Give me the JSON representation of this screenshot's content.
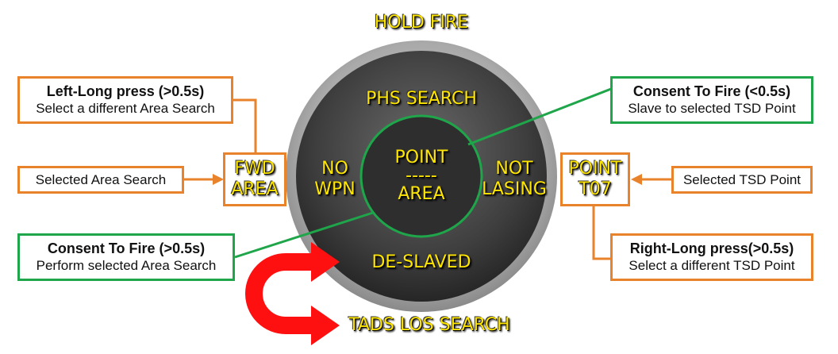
{
  "top_label": "HOLD FIRE",
  "bottom_label": "TADS LOS SEARCH",
  "ring": {
    "top": "PHS SEARCH",
    "left_line1": "NO",
    "left_line2": "WPN",
    "right_line1": "NOT",
    "right_line2": "LASING",
    "bottom": "DE-SLAVED",
    "center_line1": "POINT",
    "center_line2": "-----",
    "center_line3": "AREA"
  },
  "left_mode": {
    "line1": "FWD",
    "line2": "AREA"
  },
  "right_mode": {
    "line1": "POINT",
    "line2": "T07"
  },
  "callouts": {
    "left_long": {
      "title": "Left-Long press (>0.5s)",
      "text": "Select a different Area Search"
    },
    "selected_area": {
      "text": "Selected Area Search"
    },
    "consent_long": {
      "title": "Consent To Fire (>0.5s)",
      "text": "Perform selected Area Search"
    },
    "consent_short": {
      "title": "Consent To Fire (<0.5s)",
      "text": "Slave to selected TSD Point"
    },
    "selected_point": {
      "text": "Selected TSD Point"
    },
    "right_long": {
      "title": "Right-Long press(>0.5s)",
      "text": "Select a different TSD Point"
    }
  },
  "colors": {
    "orange": "#e8822b",
    "green": "#1fa54a",
    "yellow": "#ffe600",
    "red": "#ff1010"
  }
}
